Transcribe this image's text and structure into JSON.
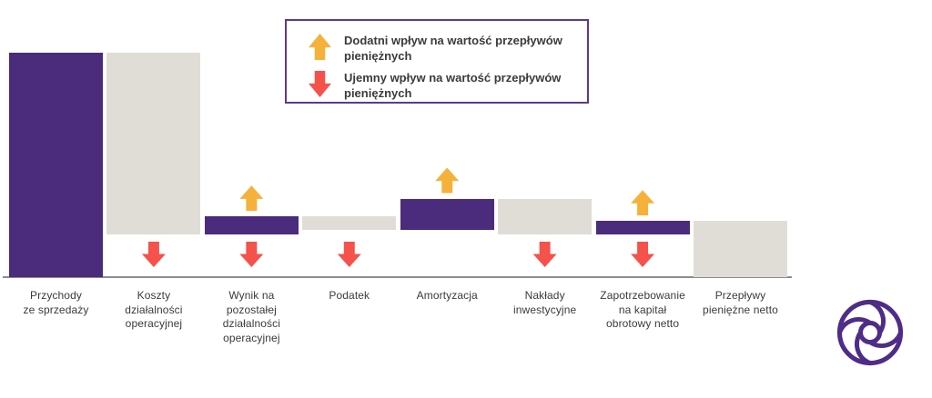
{
  "page": {
    "background_color": "#ffffff",
    "text_color": "#3b3b3a"
  },
  "legend": {
    "border_color": "#5b3a8c",
    "items": [
      {
        "icon": "up-arrow-icon",
        "color": "#F5B13A",
        "label": "Dodatni wpływ na wartość przepływów pieniężnych"
      },
      {
        "icon": "down-arrow-icon",
        "color": "#F4524B",
        "label": "Ujemny wpływ na wartość przepływów pieniężnych"
      }
    ]
  },
  "chart_data": {
    "type": "bar",
    "subtype": "waterfall",
    "title": "",
    "xlabel": "",
    "ylabel": "",
    "grid": false,
    "legend_position": "top-center",
    "axis_color": "#8c8c8c",
    "value_note": "No numeric axis shown; values are relative units estimated from bar heights with 'Przychody ze sprzedaży' normalized to 100.",
    "categories": [
      "Przychody ze sprzedaży",
      "Koszty działalności operacyjnej",
      "Wynik na pozostałej działalności operacyjnej",
      "Podatek",
      "Amortyzacja",
      "Nakłady inwestycyjne",
      "Zapotrzebowanie na kapitał obrotowy netto",
      "Przepływy pieniężne netto"
    ],
    "values": [
      100,
      -81,
      8,
      -6,
      14,
      -16,
      6,
      25
    ],
    "bars": [
      {
        "label_lines": [
          "Przychody",
          "ze sprzedaży"
        ],
        "color": "#4a2b7c",
        "role": "total-start",
        "arrow_up": false,
        "arrow_down": false
      },
      {
        "label_lines": [
          "Koszty",
          "działalności",
          "operacyjnej"
        ],
        "color": "#e0ddd7",
        "role": "decrease",
        "arrow_up": false,
        "arrow_down": true
      },
      {
        "label_lines": [
          "Wynik na",
          "pozostałej",
          "działalności",
          "operacyjnej"
        ],
        "color": "#4a2b7c",
        "role": "increase",
        "arrow_up": true,
        "arrow_down": true
      },
      {
        "label_lines": [
          "Podatek"
        ],
        "color": "#e0ddd7",
        "role": "decrease",
        "arrow_up": false,
        "arrow_down": true
      },
      {
        "label_lines": [
          "Amortyzacja"
        ],
        "color": "#4a2b7c",
        "role": "increase",
        "arrow_up": true,
        "arrow_down": false
      },
      {
        "label_lines": [
          "Nakłady",
          "inwestycyjne"
        ],
        "color": "#e0ddd7",
        "role": "decrease",
        "arrow_up": false,
        "arrow_down": true
      },
      {
        "label_lines": [
          "Zapotrzebowanie",
          "na kapitał",
          "obrotowy netto"
        ],
        "color": "#4a2b7c",
        "role": "increase",
        "arrow_up": true,
        "arrow_down": true
      },
      {
        "label_lines": [
          "Przepływy",
          "pieniężne netto"
        ],
        "color": "#e0ddd7",
        "role": "total-end",
        "arrow_up": false,
        "arrow_down": false
      }
    ],
    "arrow_colors": {
      "positive": "#F5B13A",
      "negative": "#F4524B"
    }
  },
  "branding": {
    "logo": "spiral-pinwheel-logo",
    "logo_color": "#4f2c87"
  }
}
